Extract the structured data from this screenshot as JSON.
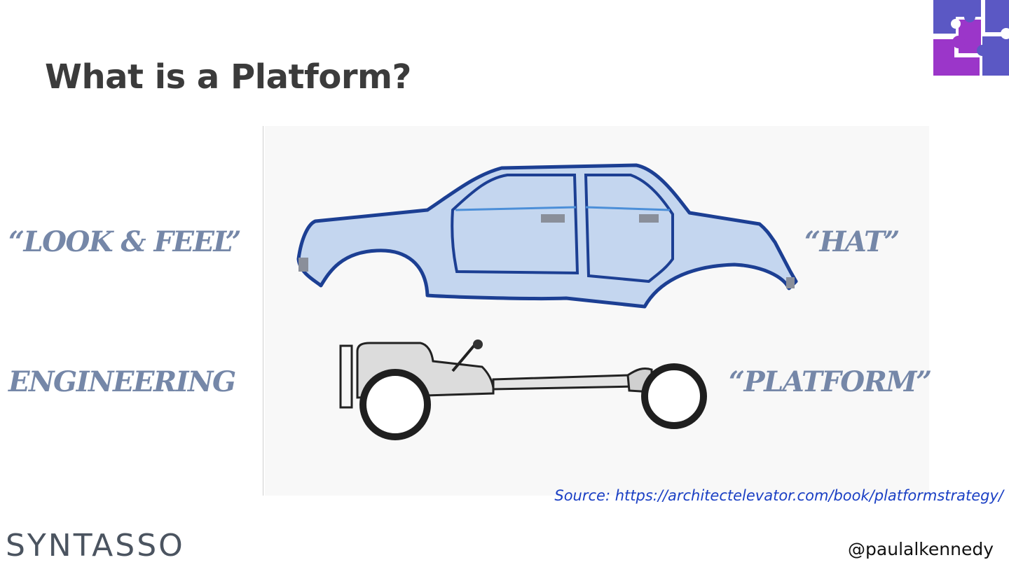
{
  "slide": {
    "title": "What is a Platform?",
    "labels": {
      "look_and_feel": "“LOOK & FEEL”",
      "engineering": "ENGINEERING",
      "hat": "“HAT”",
      "platform": "“PLATFORM”"
    },
    "source": "Source: https://architectelevator.com/book/platformstrategy/",
    "brand": "SYNTASSO",
    "handle": "@paulalkennedy"
  },
  "colors": {
    "title": "#3b3b3b",
    "label": "#7587a8",
    "source_link": "#1a3fc4",
    "car_body_fill": "#c4d6ef",
    "car_body_outline": "#1c3f93",
    "logo_blue": "#5b58c4",
    "logo_purple": "#9b36c9"
  },
  "icons": {
    "logo": "puzzle-logo-icon"
  }
}
